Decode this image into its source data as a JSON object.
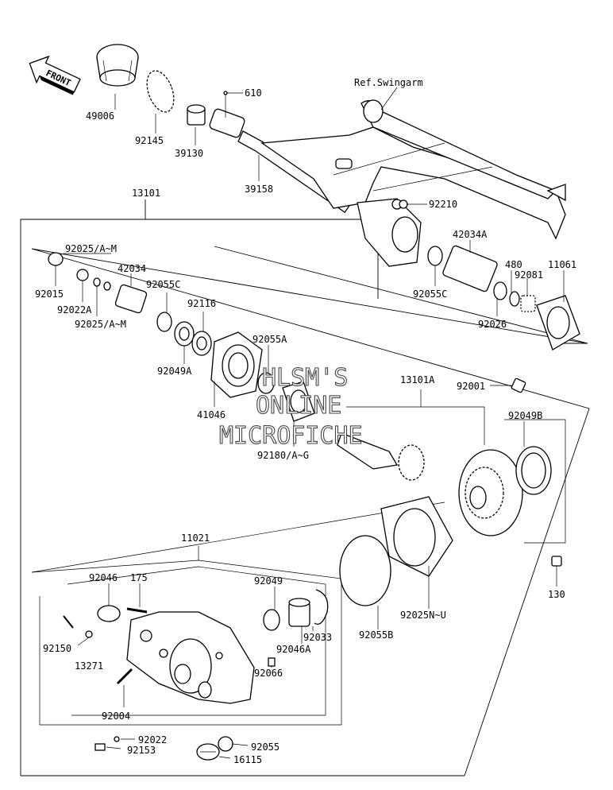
{
  "diagram": {
    "front_label": "FRONT",
    "ref_label": "Ref.Swingarm",
    "watermark": [
      "HLSM'S",
      "ONLINE",
      "MICROFICHE"
    ],
    "callouts": {
      "p49006": "49006",
      "p92145": "92145",
      "p39130": "39130",
      "p610": "610",
      "p39158": "39158",
      "p13101": "13101",
      "p92210": "92210",
      "p42034A": "42034A",
      "p480": "480",
      "p11061": "11061",
      "p92081": "92081",
      "p92055C_r": "92055C",
      "p92026": "92026",
      "p92025AM_t": "92025/A~M",
      "p92015": "92015",
      "p92022A": "92022A",
      "p42034": "42034",
      "p92055C": "92055C",
      "p92025AM_b": "92025/A~M",
      "p92116": "92116",
      "p92049A": "92049A",
      "p92055A": "92055A",
      "p41046": "41046",
      "p13101A": "13101A",
      "p92001": "92001",
      "p92180": "92180/A~G",
      "p92049B": "92049B",
      "p11021": "11021",
      "p130": "130",
      "p92046": "92046",
      "p175": "175",
      "p92049": "92049",
      "p92150": "92150",
      "p13271": "13271",
      "p92033": "92033",
      "p92046A": "92046A",
      "p92055B": "92055B",
      "p92025NU": "92025N~U",
      "p92066": "92066",
      "p92004": "92004",
      "p92022": "92022",
      "p92153": "92153",
      "p92055": "92055",
      "p16115": "16115"
    }
  }
}
